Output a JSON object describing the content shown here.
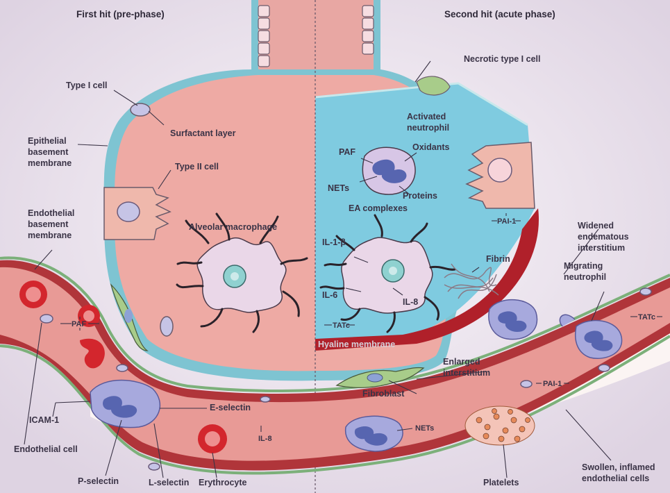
{
  "titles": {
    "left": "First hit (pre-phase)",
    "right": "Second hit (acute phase)"
  },
  "labels": {
    "necrotic": "Necrotic type I cell",
    "type1": "Type I cell",
    "surfactant": "Surfactant layer",
    "epi_1": "Epithelial",
    "epi_2": "basement",
    "epi_3": "membrane",
    "type2": "Type II cell",
    "activated_1": "Activated",
    "activated_2": "neutrophil",
    "paf": "PAF",
    "oxidants": "Oxidants",
    "nets": "NETs",
    "proteins": "Proteins",
    "ea": "EA complexes",
    "pai_upper": "PAI-1",
    "endo_1": "Endothelial",
    "endo_2": "basement",
    "endo_3": "membrane",
    "macrophage": "Alveolar macrophage",
    "widened_1": "Widened",
    "widened_2": "endematous",
    "widened_3": "interstitium",
    "il1b": "IL-1-β",
    "fibrin": "Fibrin",
    "migrating_1": "Migrating",
    "migrating_2": "neutrophil",
    "il6": "IL-6",
    "il8_upper": "IL-8",
    "paf_vessel": "PAF",
    "tatc_left": "TATc",
    "tatc_right": "TATc",
    "hyaline": "Hyaline membrane",
    "enlarged_1": "Enlarged",
    "enlarged_2": "interstitium",
    "fibroblast": "Fibroblast",
    "pai_lower": "PAI-1",
    "eselectin": "E-selectin",
    "icam": "ICAM-1",
    "nets_lower": "NETs",
    "il8_lower": "IL-8",
    "endocell": "Endothelial cell",
    "pselectin": "P-selectin",
    "lselectin": "L-selectin",
    "erythrocyte": "Erythrocyte",
    "platelets": "Platelets",
    "swollen_1": "Swollen, inflamed",
    "swollen_2": "endothelial cells"
  },
  "colors": {
    "background": "#f2ecf3",
    "alveolus": "#eeaaa4",
    "fluid": "#7fcbe0",
    "epithelium": "#7ec4d2",
    "vessel_wall": "#b0353a",
    "blood": "#e89a96",
    "neutrophil": "#a7a9dd",
    "macrophage": "#ead7e8",
    "red_cell": "#d3262d"
  }
}
